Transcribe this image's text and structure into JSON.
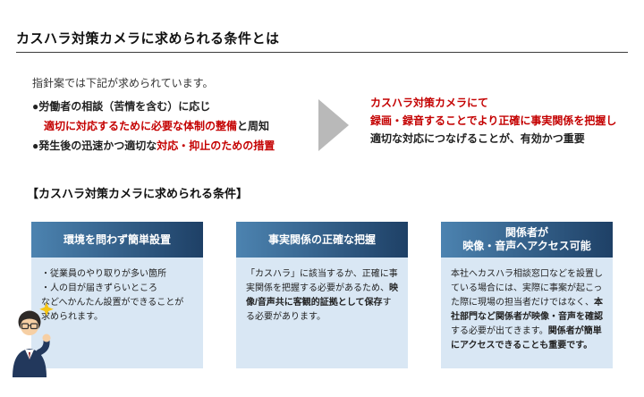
{
  "colors": {
    "accent_red": "#c40000",
    "card_header_gradient_left": "#4c83b0",
    "card_header_gradient_right": "#1e4066",
    "card_body_bg": "#d9e7f4",
    "arrow_gray": "#b9b9b9"
  },
  "header": {
    "title": "カスハラ対策カメラに求められる条件とは"
  },
  "intro": "指針案では下記が求められています。",
  "bullets": {
    "b1_marker": "●",
    "b1_text": "労働者の相談（苦情を含む）に応じ",
    "b1_sub_red": "適切に対応するために必要な体制の整備",
    "b1_sub_black": "と周知",
    "b2_marker": "●",
    "b2_black": "発生後の迅速かつ適切な",
    "b2_red": "対応・抑止のための措置"
  },
  "note": {
    "red_line1": "カスハラ対策カメラにて",
    "red_line2": "録画・録音することでより正確に事実関係を把握し",
    "black_line": "適切な対応につなげることが、有効かつ重要"
  },
  "section_heading": "【カスハラ対策カメラに求められる条件】",
  "cards": {
    "c1": {
      "title": "環境を問わず簡単設置",
      "line1": "・従業員のやり取りが多い箇所",
      "line2": "・人の目が届きずらいところ",
      "line3": "などへかんたん設置ができることが",
      "line4": "求められます。"
    },
    "c2": {
      "title": "事実関係の正確な把握",
      "t1": "「カスハラ」に該当するか、正確に事実関係を把握する必要があるため、",
      "t2_bold": "映像/音声共に客観的証拠として保存",
      "t3": "する必要があります。"
    },
    "c3": {
      "title_line1": "関係者が",
      "title_line2": "映像・音声へアクセス可能",
      "t1": "本社へカスハラ相談窓口などを設置している場合には、実際に事案が起こった際に現場の担当者だけではなく、",
      "t2_bold": "本社部門など関係者が映像・音声を確認",
      "t3": "する必要が出てきます。",
      "t4_bold": "関係者が簡単にアクセスできることも重要です。"
    }
  },
  "illustration": {
    "name": "businessman-pointing",
    "sparkle_color": "#f5c518"
  }
}
